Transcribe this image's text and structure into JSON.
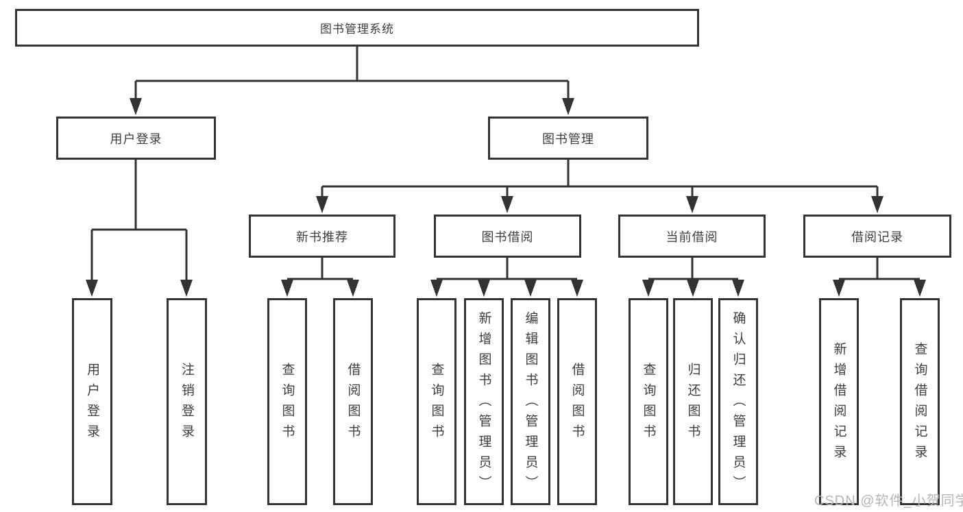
{
  "tree": {
    "root": "图书管理系统",
    "login_branch": {
      "label": "用户登录",
      "leaves": [
        "用户登录",
        "注销登录"
      ]
    },
    "mgmt_branch": {
      "label": "图书管理",
      "sections": [
        {
          "label": "新书推荐",
          "leaves": [
            "查询图书",
            "借阅图书"
          ]
        },
        {
          "label": "图书借阅",
          "leaves": [
            "查询图书",
            "新增图书（管理员）",
            "编辑图书（管理员）",
            "借阅图书"
          ]
        },
        {
          "label": "当前借阅",
          "leaves": [
            "查询图书",
            "归还图书",
            "确认归还（管理员）"
          ]
        },
        {
          "label": "借阅记录",
          "leaves": [
            "新增借阅记录",
            "查询借阅记录"
          ]
        }
      ]
    }
  },
  "watermark": "CSDN @软件_小贺同学",
  "colors": {
    "line": "#333333",
    "text": "#3d3d3d",
    "watermark": "#b5b5b5",
    "background": "#ffffff"
  }
}
